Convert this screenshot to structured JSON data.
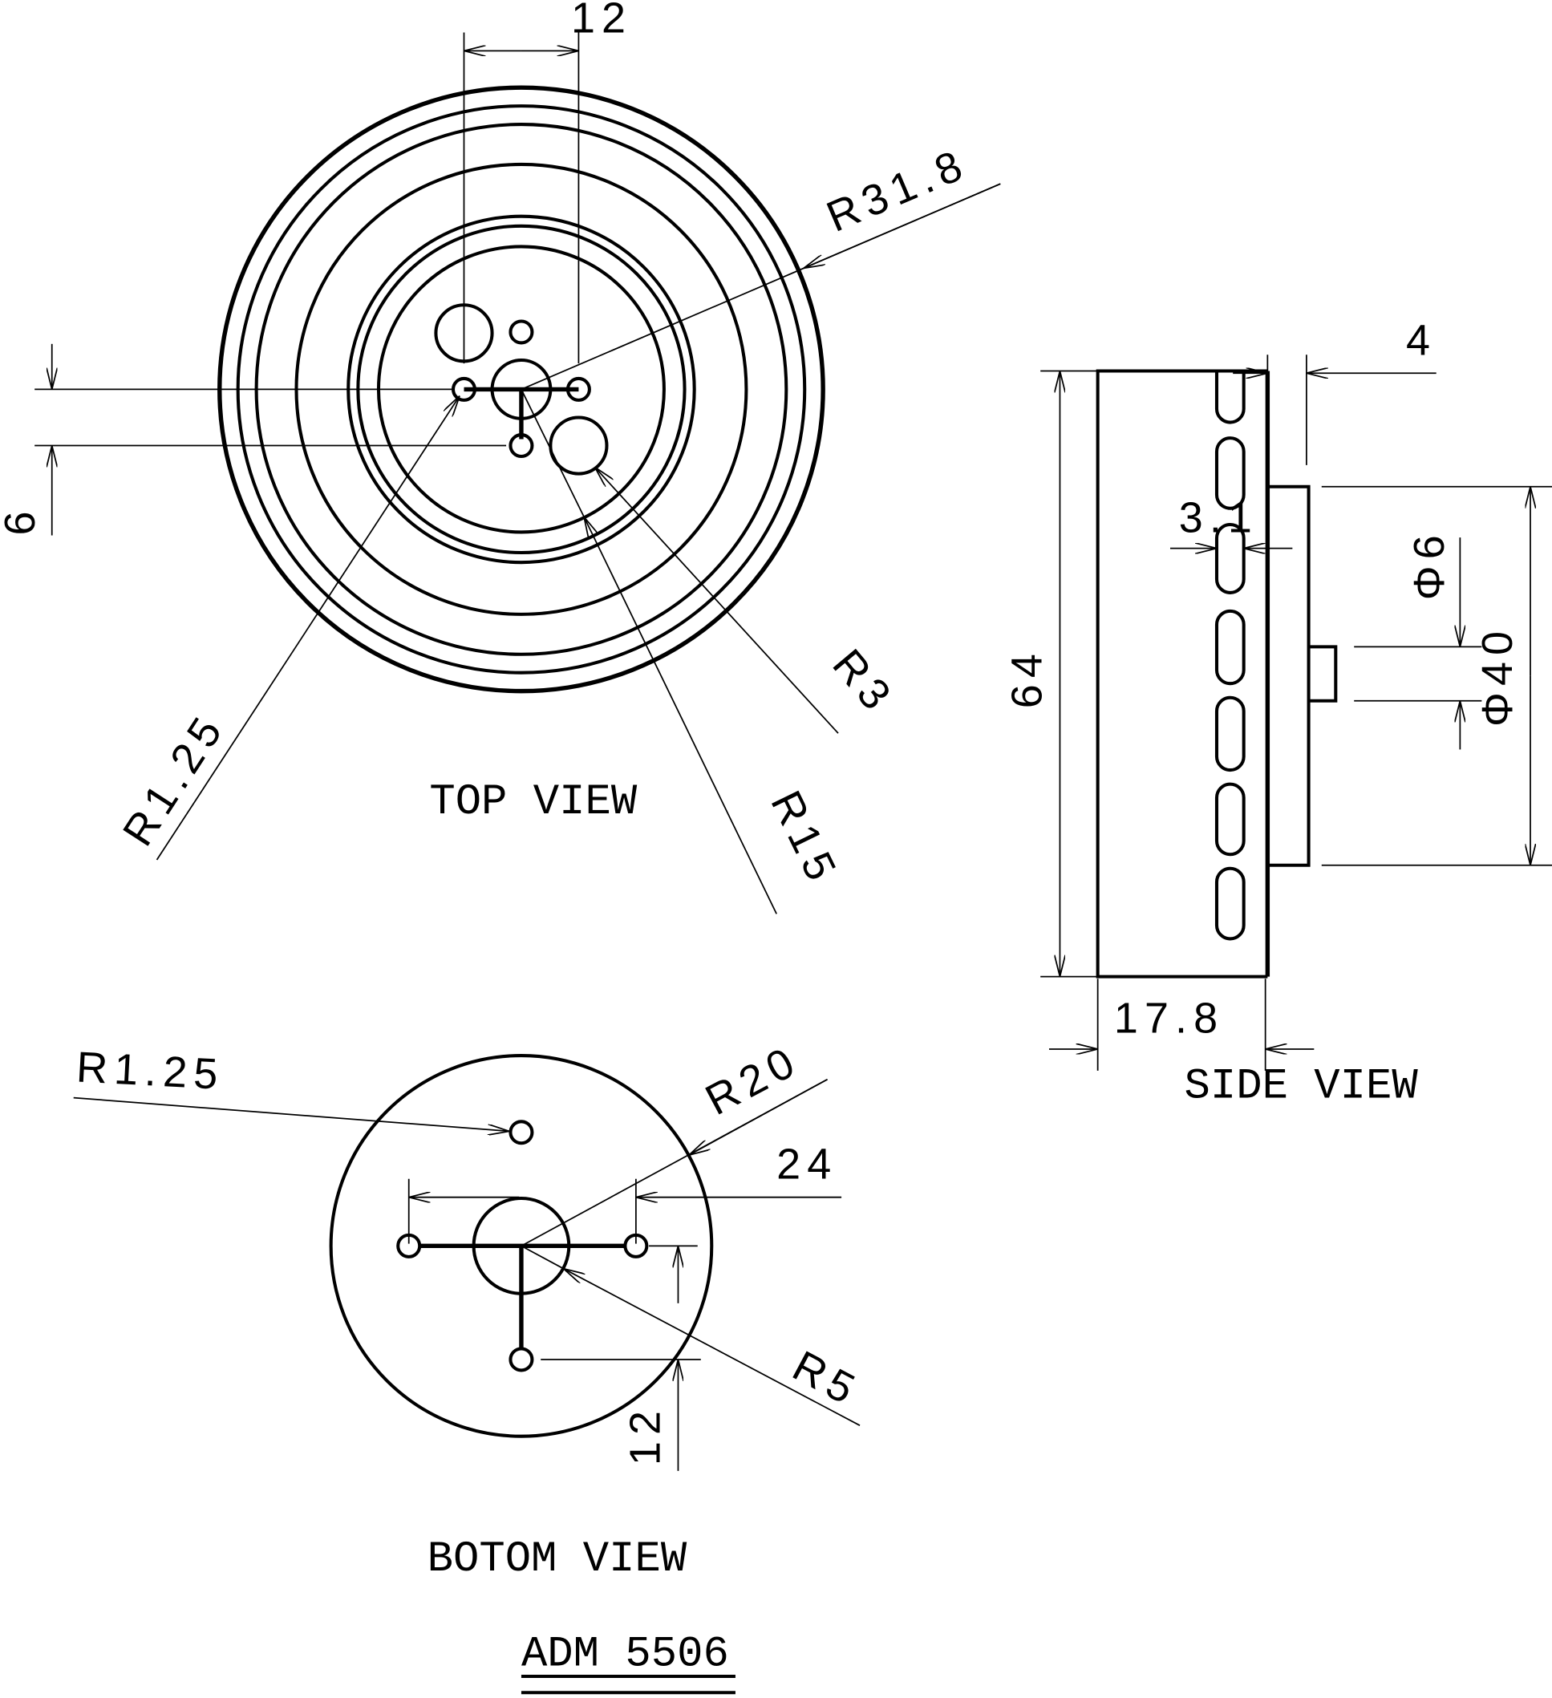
{
  "drawing_number": "ADM 5506",
  "views": {
    "top": {
      "title": "TOP VIEW",
      "dims": {
        "spacing": "12",
        "offset": "6",
        "outer_radius": "R31.8",
        "hole_radius": "R1.25",
        "large_hole_radius": "R3",
        "inner_radius": "R15"
      }
    },
    "side": {
      "title": "SIDE VIEW",
      "dims": {
        "height": "64",
        "depth": "17.8",
        "flange": "4",
        "slot": "3.1",
        "boss_dia": "Φ6",
        "flange_dia": "Φ40"
      }
    },
    "bottom": {
      "title": "BOTOM VIEW",
      "dims": {
        "hole_radius": "R1.25",
        "outer_radius": "R20",
        "spacing": "24",
        "center_radius": "R5",
        "offset": "12"
      }
    }
  },
  "colors": {
    "ink": "#000000",
    "paper": "#ffffff"
  }
}
